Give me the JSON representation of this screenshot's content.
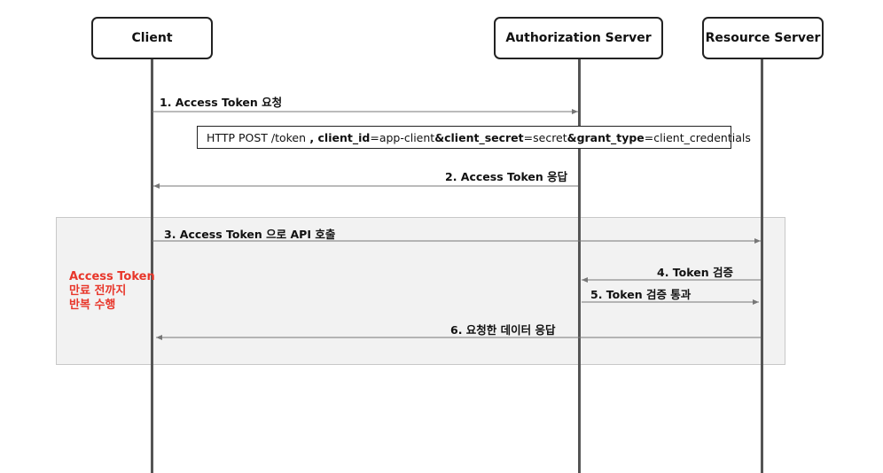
{
  "participants": {
    "client": "Client",
    "auth_server": "Authorization Server",
    "resource_server": "Resource Server"
  },
  "messages": {
    "m1": "1. Access Token 요청",
    "m2": "2. Access Token 응답",
    "m3": "3. Access Token 으로 API 호출",
    "m4": "4. Token 검증",
    "m5": "5. Token 검증 통과",
    "m6": "6. 요청한 데이터 응답"
  },
  "note": {
    "method": "HTTP POST /token",
    "sep": " , ",
    "k1": "client_id",
    "v1": "=app-client",
    "amp1": "&",
    "k2": "client_secret",
    "v2": "=secret",
    "amp2": "&",
    "k3": "grant_type",
    "v3": "=client_credentials"
  },
  "loop_label": {
    "line1": "Access Token",
    "line2": "만료 전까지",
    "line3": "반복 수행"
  },
  "colors": {
    "loop_label": "#e8362a",
    "arrow": "#777777",
    "loop_bg": "#f2f2f2"
  }
}
